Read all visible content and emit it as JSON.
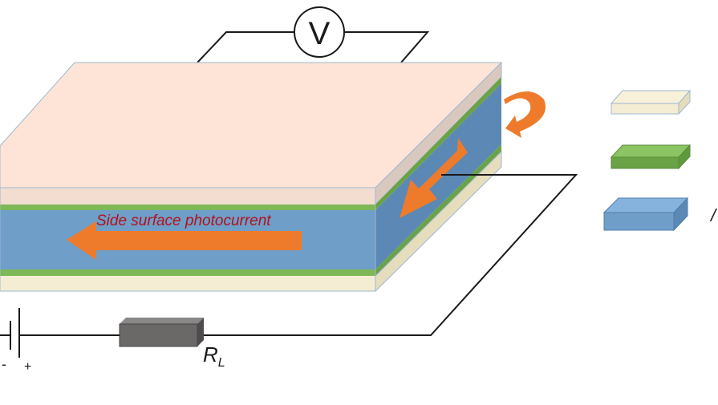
{
  "diagram": {
    "voltmeter_symbol": "V",
    "side_label": "Side surface photocurrent",
    "resistor_label_main": "R",
    "resistor_label_sub": "L",
    "battery_minus": "-",
    "battery_plus": "+",
    "legend_partial_text": "/"
  },
  "colors": {
    "top_face": "#fde4d6",
    "top_layer_front": "#f2ddd0",
    "top_layer_side": "#d8c8be",
    "green_layer": "#7fb857",
    "blue_layer": "#6f9ec8",
    "blue_layer_side": "#5b88b4",
    "bottom_layer": "#f4edd3",
    "bottom_layer_side": "#e6ddbd",
    "arrow": "#ee7b2c",
    "label_text": "#b0121c",
    "resistor": "#6b6868",
    "wire": "#1a1a1a"
  }
}
